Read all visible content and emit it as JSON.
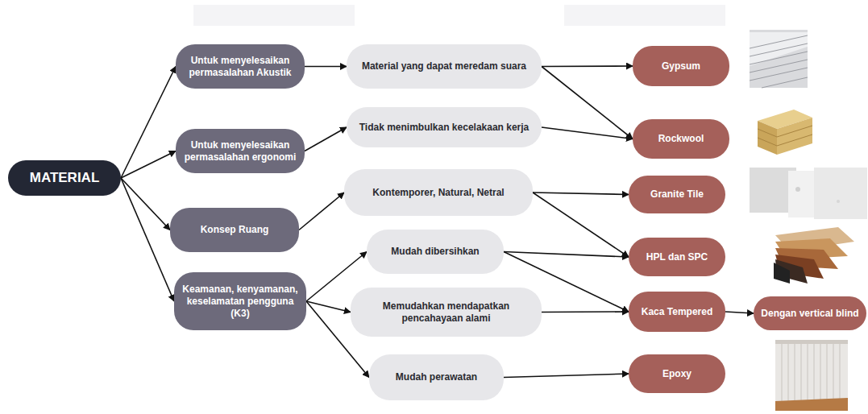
{
  "diagram": {
    "nodes": [
      {
        "text": [
          "MATERIAL"
        ]
      },
      {
        "text": [
          "Untuk menyelesaikan permasalahan Akustik"
        ]
      },
      {
        "text": [
          "Untuk menyelesaikan permasalahan ergonomi"
        ]
      },
      {
        "text": [
          "Konsep Ruang"
        ]
      },
      {
        "text": [
          "Keamanan, kenyamanan, keselamatan pengguna (K3)"
        ]
      },
      {
        "text": [
          "Material yang dapat meredam suara"
        ]
      },
      {
        "text": [
          "Tidak menimbulkan kecelakaan kerja"
        ]
      },
      {
        "text": [
          "Kontemporer, Natural, Netral"
        ]
      },
      {
        "text": [
          "Mudah dibersihkan"
        ]
      },
      {
        "text": [
          "Memudahkan mendapatkan pencahayaan alami"
        ]
      },
      {
        "text": [
          "Mudah perawatan"
        ]
      },
      {
        "text": [
          "Gypsum"
        ]
      },
      {
        "text": [
          "Rockwool"
        ]
      },
      {
        "text": [
          "Granite Tile"
        ]
      },
      {
        "text": [
          "HPL dan SPC"
        ]
      },
      {
        "text": [
          "Kaca Tempered"
        ]
      },
      {
        "text": [
          "Dengan vertical blind"
        ]
      },
      {
        "text": [
          "Epoxy"
        ]
      }
    ],
    "edges": [
      {
        "from": 0,
        "to": 1,
        "arrow": "to"
      },
      {
        "from": 0,
        "to": 2,
        "arrow": "to"
      },
      {
        "from": 0,
        "to": 3,
        "arrow": "to"
      },
      {
        "from": 0,
        "to": 4,
        "arrow": "to"
      },
      {
        "from": 1,
        "to": 5,
        "arrow": "to"
      },
      {
        "from": 2,
        "to": 6,
        "arrow": "to"
      },
      {
        "from": 3,
        "to": 7,
        "arrow": "to"
      },
      {
        "from": 4,
        "to": 8,
        "arrow": "to"
      },
      {
        "from": 4,
        "to": 9,
        "arrow": "to"
      },
      {
        "from": 4,
        "to": 10,
        "arrow": "to"
      },
      {
        "from": 5,
        "to": 11,
        "arrow": "to"
      },
      {
        "from": 5,
        "to": 12,
        "arrow": "to"
      },
      {
        "from": 6,
        "to": 12,
        "arrow": "to"
      },
      {
        "from": 7,
        "to": 13,
        "arrow": "to"
      },
      {
        "from": 7,
        "to": 14,
        "arrow": "to"
      },
      {
        "from": 8,
        "to": 14,
        "arrow": "to"
      },
      {
        "from": 8,
        "to": 15,
        "arrow": "to"
      },
      {
        "from": 9,
        "to": 15,
        "arrow": "to"
      },
      {
        "from": 10,
        "to": 17,
        "arrow": "to"
      },
      {
        "from": 15,
        "to": 16,
        "arrow": "to"
      }
    ]
  }
}
